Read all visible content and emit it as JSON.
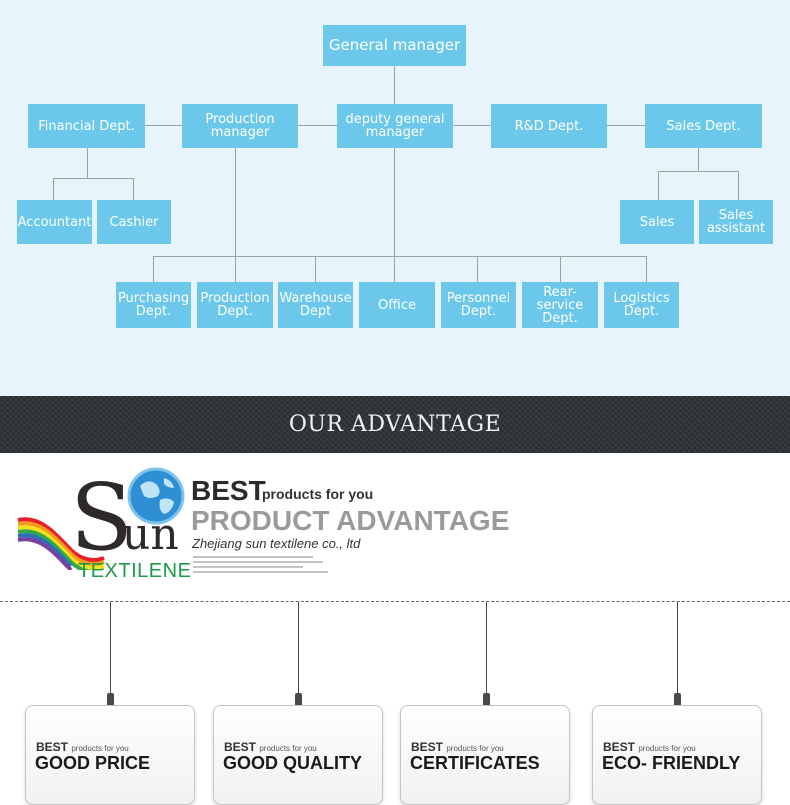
{
  "org_chart": {
    "general_manager": "General manager",
    "financial_dept": "Financial Dept.",
    "production_manager": "Production\nmanager",
    "deputy_general_manager": "deputy general\nmanager",
    "rd_dept": "R&D Dept.",
    "sales_dept": "Sales Dept.",
    "accountant": "Accountant",
    "cashier": "Cashier",
    "sales": "Sales",
    "sales_assistant": "Sales\nassistant",
    "purchasing_dept": "Purchasing\nDept.",
    "production_dept": "Production\nDept.",
    "warehouse_dept": "Warehouse\nDept",
    "office": "Office",
    "personnel_dept": "Personnel\nDept.",
    "rear_service_dept": "Rear-service\nDept.",
    "logistics_dept": "Logistics\nDept."
  },
  "banner": {
    "title": "OUR ADVANTAGE"
  },
  "advantage": {
    "logo_s": "S",
    "logo_un": "un",
    "logo_sub": "TEXTILENE",
    "best_big": "BEST",
    "best_sub": "products for you",
    "title": "PRODUCT ADVANTAGE",
    "company": "Zhejiang sun textilene co., ltd"
  },
  "cards": [
    {
      "best": "BEST",
      "best_sub": "products for you",
      "title": "GOOD PRICE"
    },
    {
      "best": "BEST",
      "best_sub": "products for you",
      "title": "GOOD QUALITY"
    },
    {
      "best": "BEST",
      "best_sub": "products for you",
      "title": "CERTIFICATES"
    },
    {
      "best": "BEST",
      "best_sub": "products for you",
      "title": "ECO- FRIENDLY"
    }
  ],
  "colors": {
    "node": "#6cc8ea",
    "org_background": "#e8f4fb",
    "banner": "#2c3136",
    "logo_green": "#1c9a47"
  }
}
